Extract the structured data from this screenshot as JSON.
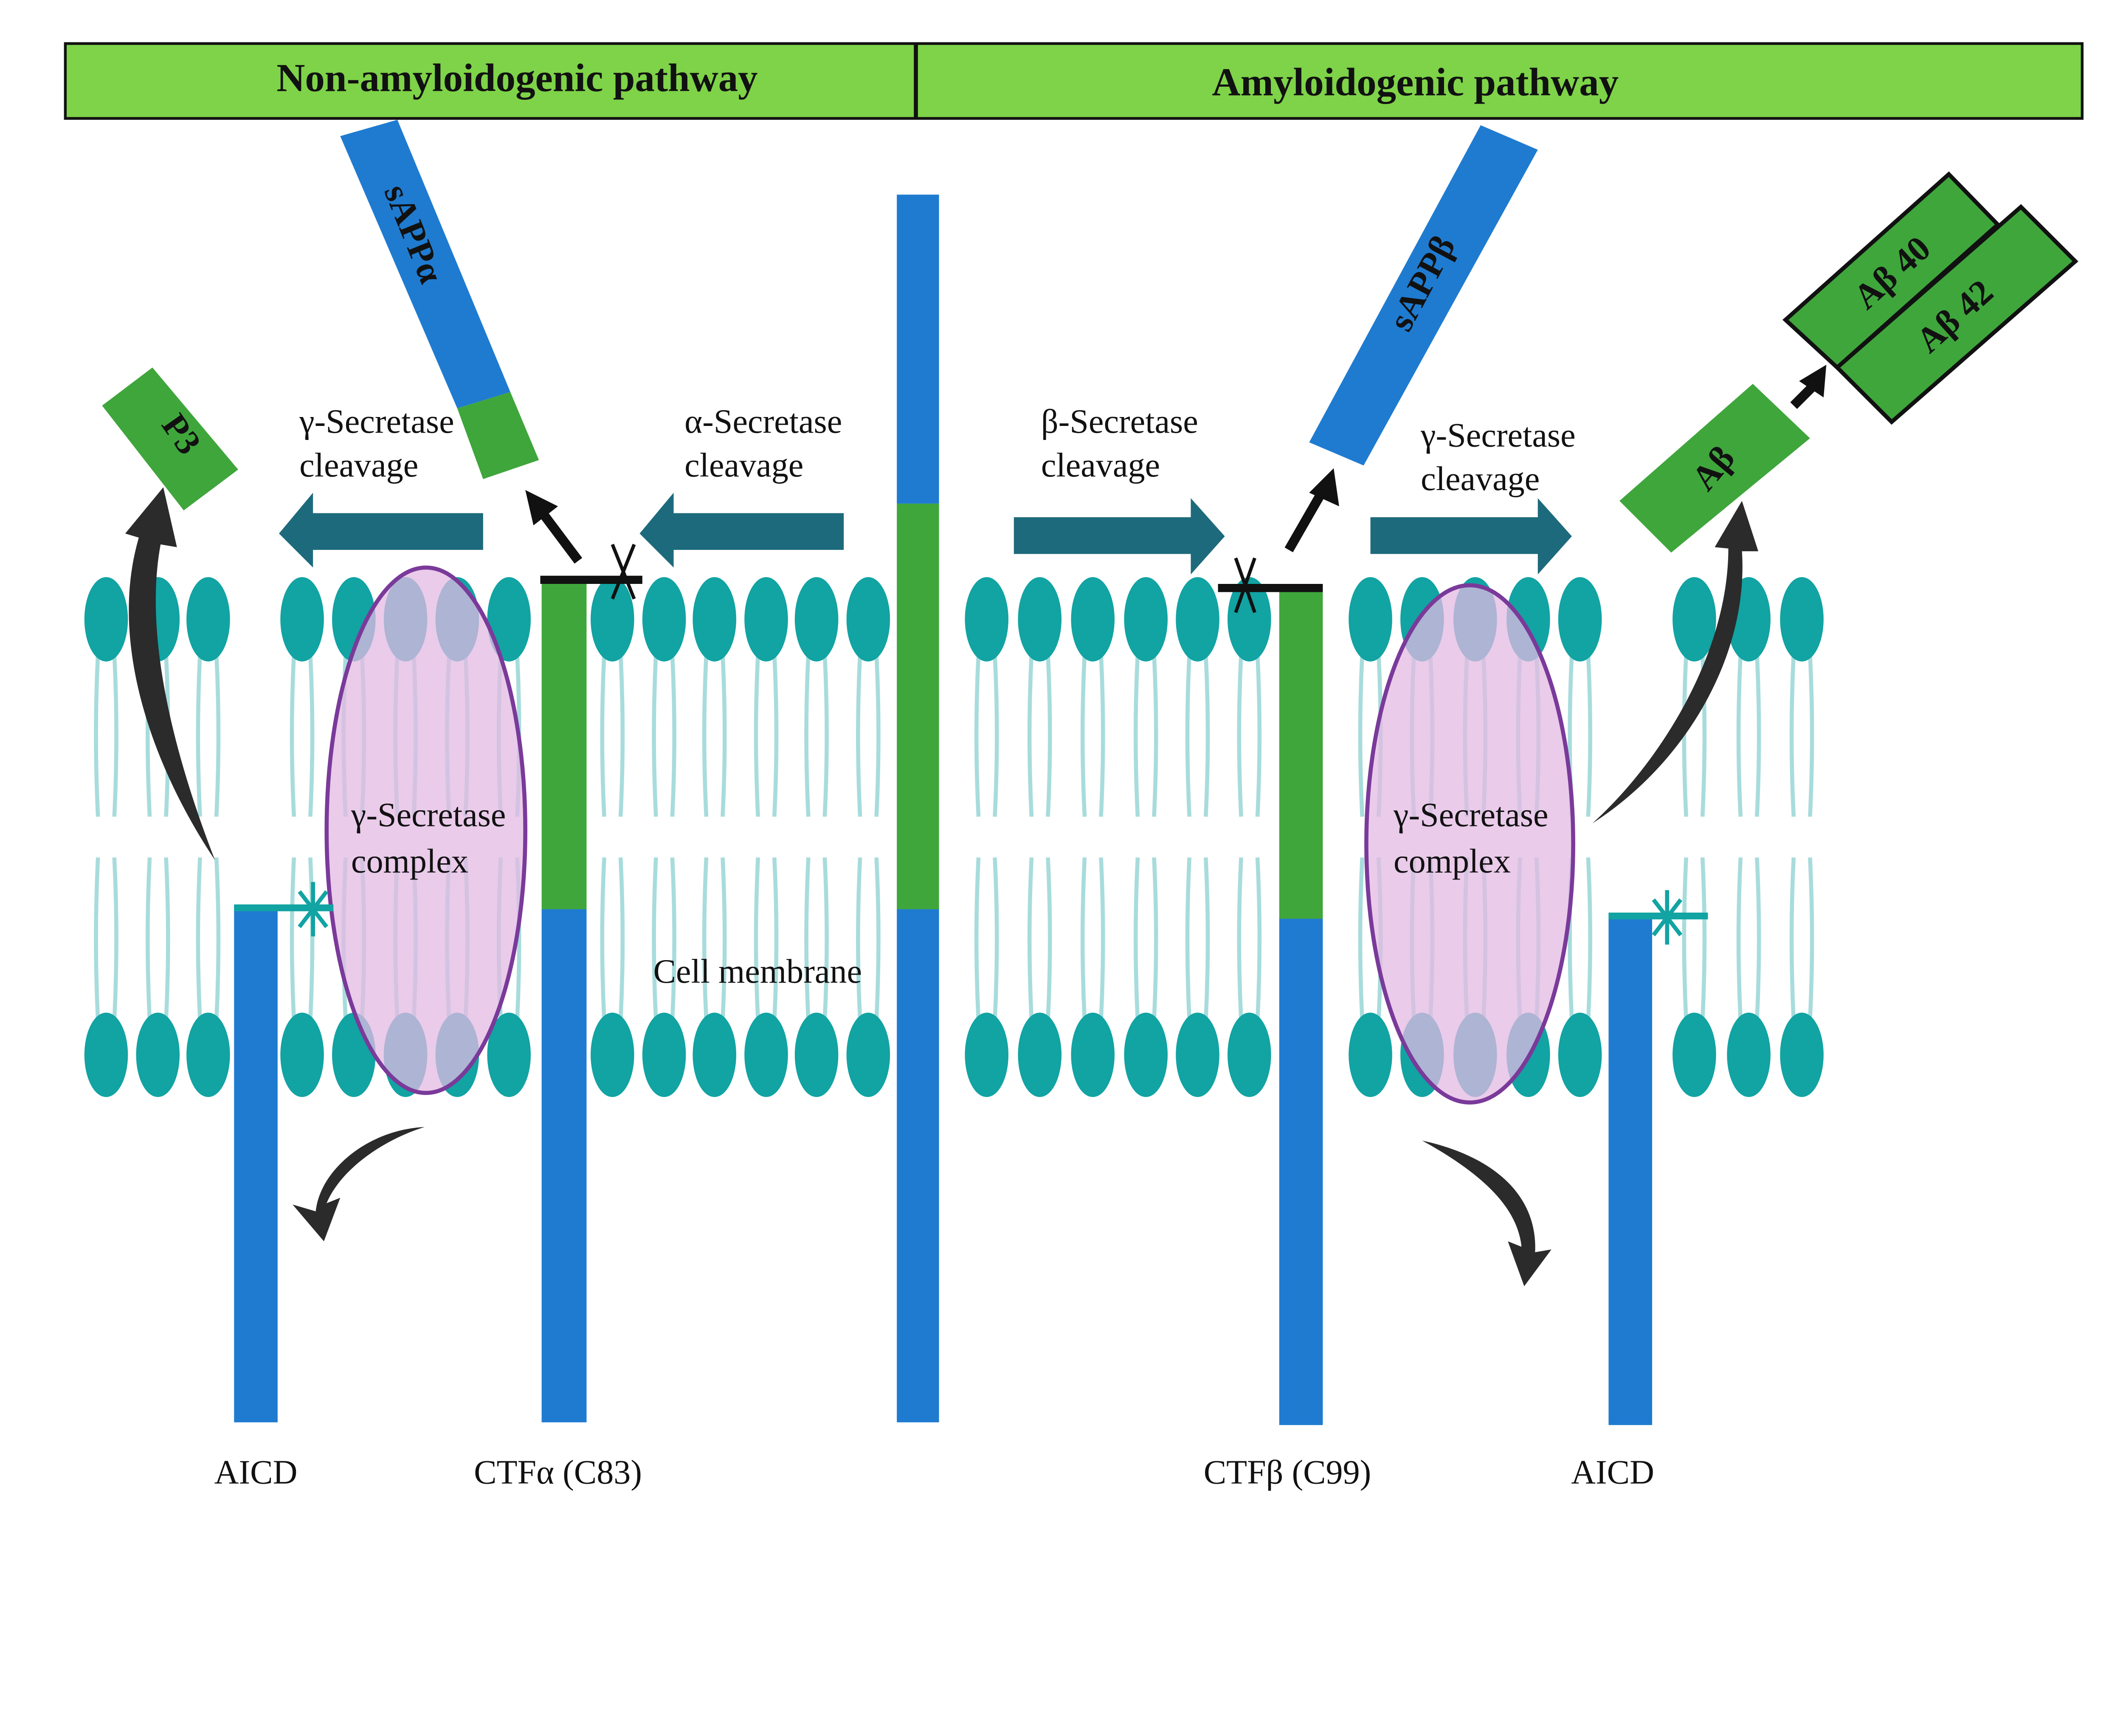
{
  "header": {
    "left_title": "Non-amyloidogenic pathway",
    "right_title": "Amyloidogenic pathway"
  },
  "fragments": {
    "sappa": "sAPPα",
    "sappb": "sAPPβ",
    "p3": "P3",
    "abeta": "Aβ",
    "abeta40": "Aβ 40",
    "abeta42": "Aβ 42"
  },
  "cleavage_labels": {
    "gamma_left": [
      "γ-Secretase",
      "cleavage"
    ],
    "alpha": [
      "α-Secretase",
      "cleavage"
    ],
    "beta": [
      "β-Secretase",
      "cleavage"
    ],
    "gamma_right": [
      "γ-Secretase",
      "cleavage"
    ]
  },
  "complex_labels": {
    "left": [
      "γ-Secretase",
      "complex"
    ],
    "right": [
      "γ-Secretase",
      "complex"
    ]
  },
  "membrane_label": "Cell membrane",
  "bottom_labels": {
    "aicd_left": "AICD",
    "ctf_alpha": "CTFα (C83)",
    "ctf_beta": "CTFβ (C99)",
    "aicd_right": "AICD"
  },
  "colors": {
    "header": "#7ed348",
    "app_blue": "#1f7bd0",
    "abeta_green": "#3fa63c",
    "lipid_head": "#12a3a3",
    "lipid_tail": "#a8dcdc",
    "arrow_teal": "#1d6a7c",
    "complex_fill": "#e3b9e3",
    "complex_stroke": "#7a3a9a"
  }
}
